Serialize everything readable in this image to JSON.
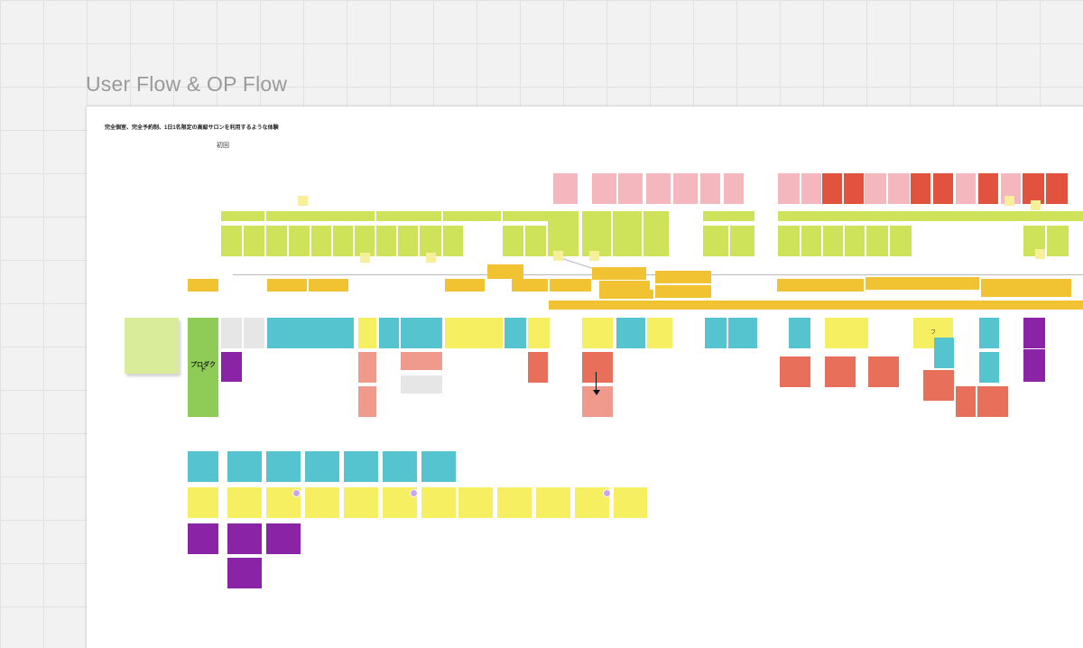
{
  "frame": {
    "title": "User Flow & OP Flow"
  },
  "board": {
    "heading": "完全個室、完全予約制、1日1名限定の高級サロンを利用するような体験",
    "subheading": "初回"
  },
  "flow": {
    "product_label": "プロダクト",
    "cursor_label": "フ"
  }
}
